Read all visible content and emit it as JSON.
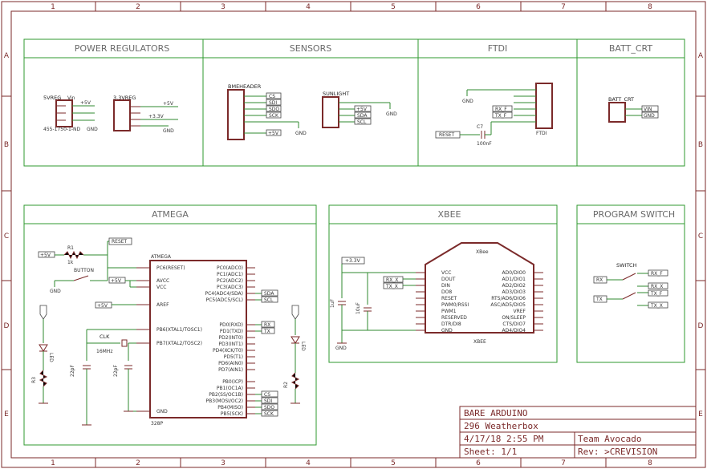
{
  "zones": {
    "columns": [
      "1",
      "2",
      "3",
      "4",
      "5",
      "6",
      "7",
      "8"
    ],
    "rows": [
      "A",
      "B",
      "C",
      "D",
      "E"
    ]
  },
  "sheets": {
    "power": "POWER REGULATORS",
    "sensors": "SENSORS",
    "ftdi": "FTDI",
    "batt": "BATT_CRT",
    "atmega": "ATMEGA",
    "xbee": "XBEE",
    "switch": "PROGRAM SWITCH"
  },
  "power": {
    "reg1": "5VREG",
    "reg1_pn": "455-1750-1-ND",
    "reg2": "3.3VREG",
    "vin": "Vin",
    "p5v": "+5V",
    "p33": "+3.3V",
    "gnd": "GND"
  },
  "sensors": {
    "bme": "BMEHEADER",
    "sun": "SUNLIGHT",
    "cs": "CS",
    "sdi": "SDI",
    "sdo": "SDO",
    "sck": "SCK",
    "p5v": "+5V",
    "sda": "SDA",
    "scl": "SCL",
    "gnd": "GND"
  },
  "ftdi": {
    "name": "FTDI",
    "rxf": "RX_F",
    "txf": "TX_F",
    "reset": "RESET",
    "cap": "C7",
    "capval": "100nF",
    "gnd": "GND"
  },
  "batt": {
    "name": "BATT_CRT",
    "vin": "VIN",
    "gnd": "GND"
  },
  "atmega": {
    "chip": "ATMEGA",
    "pkg": "328P",
    "reset": "RESET",
    "p5v": "+5V",
    "r1": "R1",
    "r1val": "1k",
    "button": "BUTTON",
    "clk": "CLK",
    "clkval": "16MHz",
    "c1": "22pF",
    "c2": "22pF",
    "gnd": "GND",
    "pins_left": [
      "PC6(RESET)",
      "AVCC",
      "VCC",
      "AREF",
      "PB6(XTAL1/TOSC1)",
      "PB7(XTAL2/TOSC2)",
      "GND"
    ],
    "pins_right": [
      "PC0(ADC0)",
      "PC1(ADC1)",
      "PC2(ADC2)",
      "PC3(ADC3)",
      "PC4(ADC4/SDA)",
      "PC5(ADC5/SCL)",
      "PD0(RXD)",
      "PD1(TXD)",
      "PD2(INT0)",
      "PD3(INT1)",
      "PD4(XCK/T0)",
      "PD5(T1)",
      "PD6(AIN0)",
      "PD7(AIN1)",
      "PB0(ICP)",
      "PB1(OC1A)",
      "PB2(SS/OC1B)",
      "PB3(MOSI/OC2)",
      "PB4(MISO)",
      "PB5(SCK)"
    ],
    "sda": "SDA",
    "scl": "SCL",
    "rx": "RX",
    "tx": "TX",
    "cs": "CS",
    "sdi": "SDI",
    "sdo": "SDO",
    "sck": "SCK",
    "led1": "LED",
    "led2": "LED",
    "r2": "R2",
    "r3": "R3"
  },
  "xbee": {
    "name": "XBee",
    "label": "XBEE",
    "p33": "+3.3V",
    "rxx": "RX_X",
    "txx": "TX_X",
    "c1": "1uF",
    "c2": "10uF",
    "gnd": "GND",
    "left": [
      "VCC",
      "DOUT",
      "DIN",
      "DO8",
      "RESET",
      "PWM0/RSSI",
      "PWM1",
      "RESERVED",
      "DTR/DI8",
      "GND"
    ],
    "right": [
      "AD0/DIO0",
      "AD1/DIO1",
      "AD2/DIO2",
      "AD3/DIO3",
      "RTS/AD6/DIO6",
      "ASC/AD5/DIO5",
      "VREF",
      "ON/SLEEP",
      "CTS/DIO7",
      "AD4/DIO4"
    ]
  },
  "switch": {
    "name": "SWITCH",
    "rx": "RX",
    "tx": "TX",
    "rxf": "RX_F",
    "rxx": "RX_X",
    "txf": "TX_F",
    "txx": "TX_X"
  },
  "titleblock": {
    "title": "BARE ARDUINO",
    "subtitle": "296 Weatherbox",
    "date": "4/17/18 2:55 PM",
    "team": "Team Avocado",
    "sheet": "Sheet: 1/1",
    "rev": "Rev: >CREVISION"
  }
}
